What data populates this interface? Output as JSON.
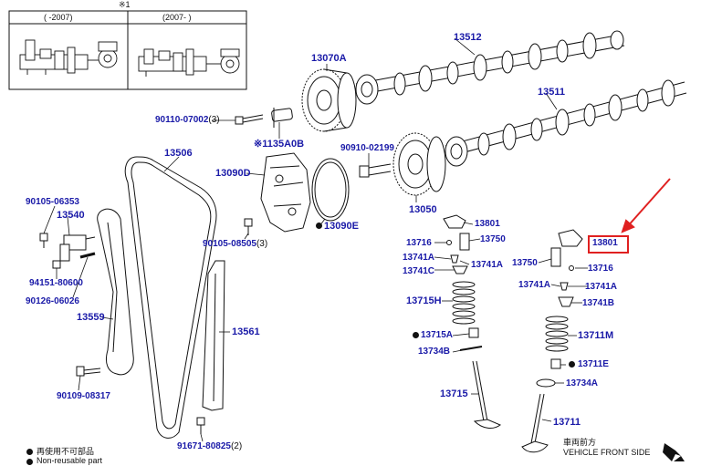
{
  "inset": {
    "mark": "※1",
    "left_header": "(      -2007)",
    "right_header": "(2007-      )"
  },
  "parts": {
    "p13512": "13512",
    "p13511": "13511",
    "p13070A": "13070A",
    "p90110": "90110-07002",
    "p90110_qty": "(3)",
    "p1135A0B": "※1135A0B",
    "p13506": "13506",
    "p13090D": "13090D",
    "p90910": "90910-02199",
    "p13050": "13050",
    "p13090E": "13090E",
    "p90105a": "90105-06353",
    "p13540": "13540",
    "p90105b": "90105-08505",
    "p90105b_qty": "(3)",
    "p94151": "94151-80600",
    "p90126": "90126-06026",
    "p13559": "13559",
    "p13561": "13561",
    "p90109": "90109-08317",
    "p91671": "91671-80825",
    "p91671_qty": "(2)",
    "p13801a": "13801",
    "p13716a": "13716",
    "p13750a": "13750",
    "p13741Aa": "13741A",
    "p13741Ab": "13741A",
    "p13741C": "13741C",
    "p13715H": "13715H",
    "p13715A": "13715A",
    "p13734B": "13734B",
    "p13715": "13715",
    "p13801b": "13801",
    "p13750b": "13750",
    "p13716b": "13716",
    "p13741Ac": "13741A",
    "p13741B": "13741B",
    "p13711M": "13711M",
    "p13711E": "13711E",
    "p13734A": "13734A",
    "p13711": "13711"
  },
  "legend": {
    "jp": "再使用不可部品",
    "en": "Non-reusable part"
  },
  "direction": {
    "jp": "車両前方",
    "en": "VEHICLE FRONT SIDE"
  },
  "colors": {
    "label": "#1a1aa8",
    "highlight": "#e02020",
    "line": "#111111"
  }
}
